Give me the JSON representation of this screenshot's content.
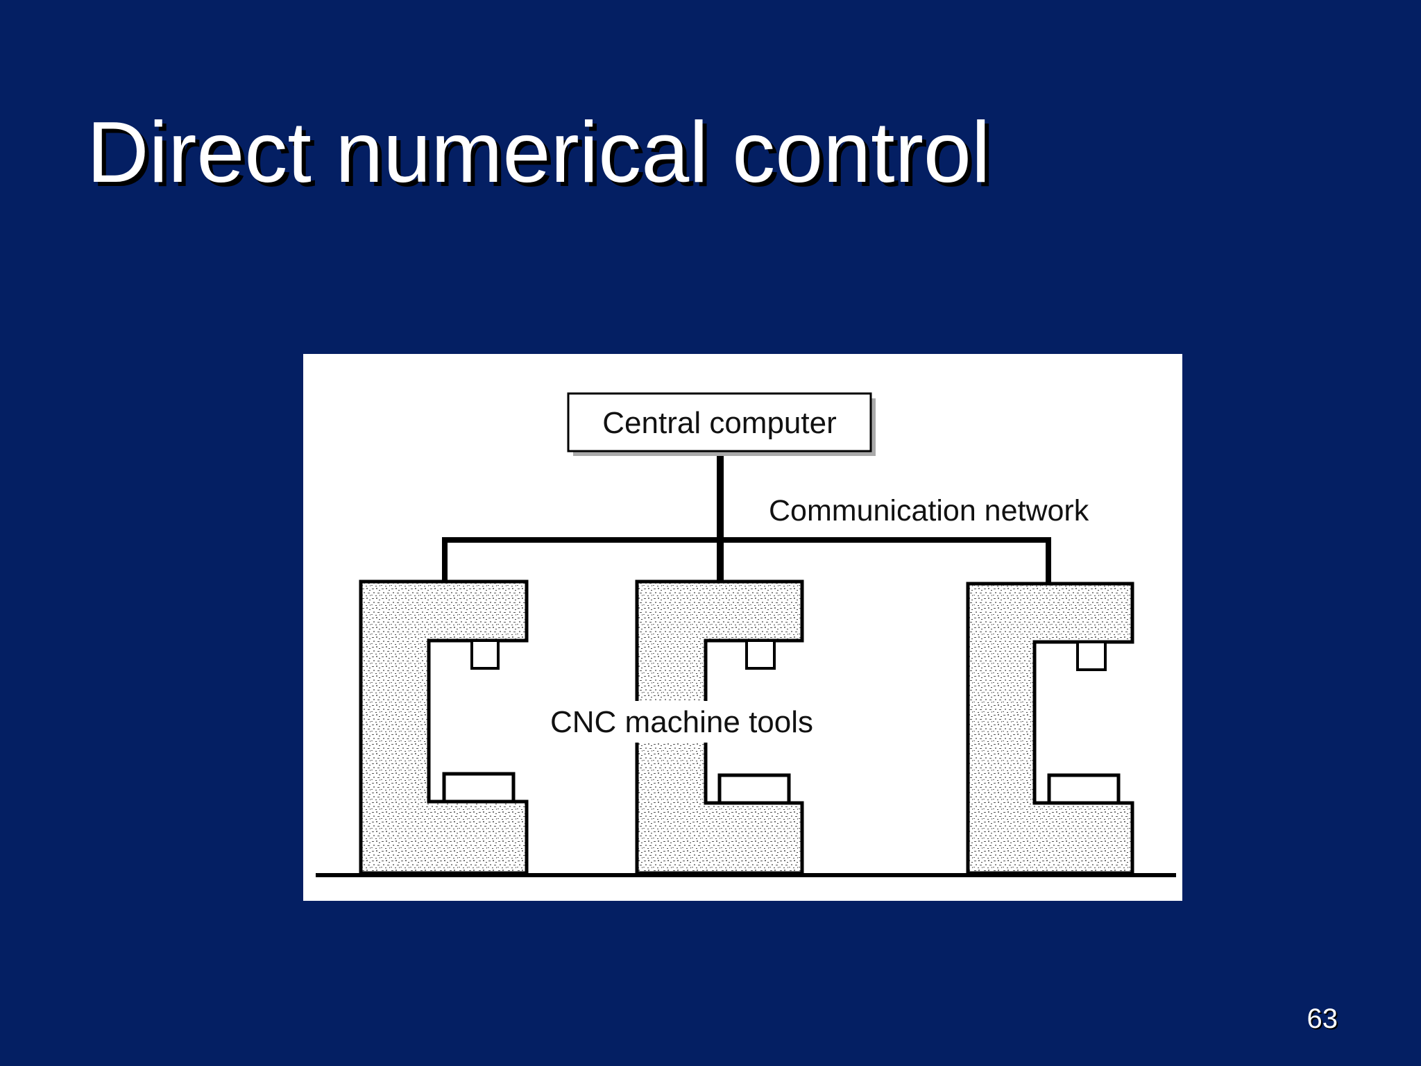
{
  "slide": {
    "title": "Direct numerical control",
    "page_number": "63",
    "background_color": "#041f63",
    "title_color": "#ffffff"
  },
  "diagram": {
    "central_computer_label": "Central computer",
    "network_label": "Communication network",
    "machines_label": "CNC machine tools",
    "machine_count": 3
  }
}
